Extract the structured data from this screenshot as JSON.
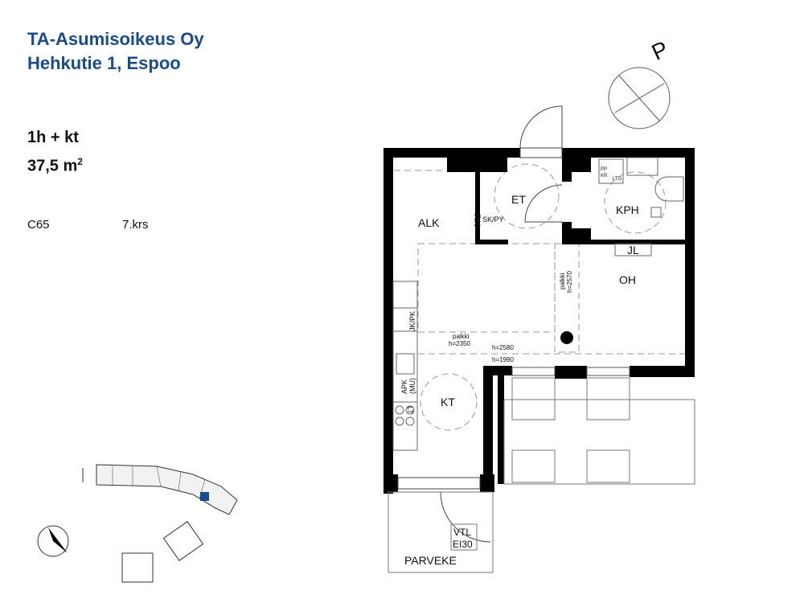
{
  "header": {
    "company": "TA-Asumisoikeus Oy",
    "address": "Hehkutie 1, Espoo"
  },
  "apartment": {
    "type": "1h + kt",
    "area": "37,5 m",
    "area_sup": "2",
    "code": "C65",
    "floor": "7.krs"
  },
  "compass": {
    "label": "P"
  },
  "rooms": {
    "alk": "ALK",
    "et": "ET",
    "kph": "KPH",
    "oh": "OH",
    "kt": "KT",
    "jl": "JL",
    "parveke": "PARVEKE"
  },
  "fixtures": {
    "rk": "RK",
    "skpy": "SK/PY",
    "jkpk": "JK/PK",
    "apk": "APK",
    "mu": "(MU)",
    "lt": "LT",
    "pp": "PP",
    "kr": "KR",
    "lto": "LTO",
    "vtl": "VTL",
    "ei30": "EI30"
  },
  "annotations": {
    "palkki1": "palkki",
    "h2350": "h=2350",
    "palkki2": "palkki",
    "h2570": "h=2570",
    "h2580": "h=2580",
    "h1990": "h=1990"
  },
  "colors": {
    "brand": "#1a4c8b",
    "highlight": "#1a4c8b"
  }
}
